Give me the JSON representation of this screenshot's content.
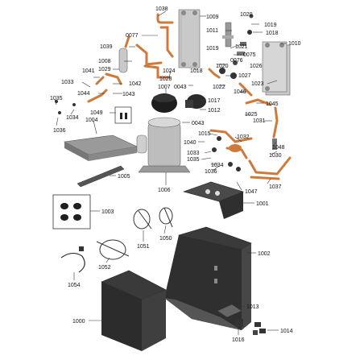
{
  "labels": {
    "l1038": "1038",
    "l1009": "1009",
    "l1020a": "1020",
    "l1019": "1019",
    "l1018": "1018",
    "l0077": "0077",
    "l1011": "1011",
    "l1010": "1010",
    "l1039": "1039",
    "l1021": "1021",
    "l1019b": "1019",
    "l0075": "0075",
    "l0076": "0076",
    "l1026": "1026",
    "l1008": "1008",
    "l1020b": "1020",
    "l1029": "1029",
    "l1018b": "1018",
    "l1027": "1027",
    "l1041": "1041",
    "l1024": "1024",
    "l1028": "1028",
    "l1023": "1023",
    "l1033a": "1033",
    "l1042": "1042",
    "l1007": "1007",
    "l0043a": "0043",
    "l1022": "1022",
    "l1044": "1044",
    "l1043": "1043",
    "l1046": "1046",
    "l1035a": "1035",
    "l1017": "1017",
    "l1045": "1045",
    "l1049": "1049",
    "l1034a": "1034",
    "l1012": "1012",
    "l1004": "1004",
    "l1025": "1025",
    "l1036a": "1036",
    "l0043b": "0043",
    "l1015": "1015",
    "l1032": "1032",
    "l1031": "1031",
    "l1040": "1040",
    "l1048": "1048",
    "l1033b": "1033",
    "l1030": "1030",
    "l1035b": "1035",
    "l1034b": "1034",
    "l1036b": "1036",
    "l1005": "1005",
    "l1037": "1037",
    "l1047": "1047",
    "l1006": "1006",
    "l1001": "1001",
    "l1003": "1003",
    "l1050": "1050",
    "l1051": "1051",
    "l1002": "1002",
    "l1052": "1052",
    "l1054": "1054",
    "l1013": "1013",
    "l1000": "1000",
    "l1014": "1014",
    "l1016": "1016"
  },
  "colors": {
    "copper": "#cf7a3a",
    "steel": "#c9c9c9",
    "panel": "#3d3d3d",
    "text": "#111111"
  }
}
